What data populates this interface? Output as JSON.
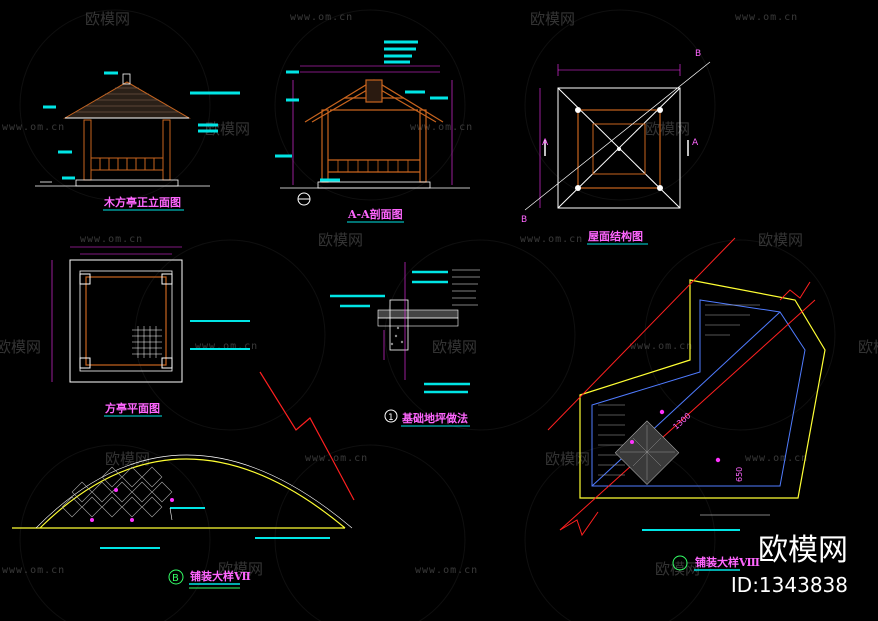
{
  "drawing_titles": {
    "front_elevation": "木方亭正立面图",
    "section_aa": "A-A剖面图",
    "roof_structure": "屋面结构图",
    "plan": "方亭平面图",
    "foundation": "基础地坪做法",
    "foundation_num": "1",
    "detail_b": "铺装大样Ⅶ",
    "detail_b_letter": "B",
    "detail_c": "铺装大样Ⅷ"
  },
  "section_marks": {
    "a_left": "A",
    "a_right": "A",
    "b_top": "B",
    "b_bottom": "B"
  },
  "dimension_1300": "1300",
  "dimension_650": "650",
  "watermark": {
    "brand": "欧模网",
    "url": "www.om.cn"
  },
  "brand_logo": "欧模网",
  "brand_id": "ID:1343838",
  "colors": {
    "background": "#000000",
    "cyan": "#00e5e5",
    "magenta": "#ff33ff",
    "orange": "#c8641e",
    "white": "#ffffff",
    "yellow": "#ffff33",
    "red": "#ff2020",
    "green": "#33ff66",
    "blue": "#4f7bff"
  }
}
